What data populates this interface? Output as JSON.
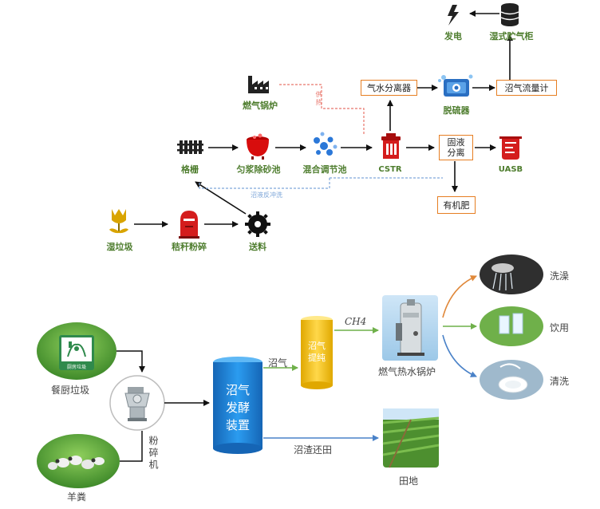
{
  "top": {
    "labels": {
      "power": "发电",
      "gas_holder": "湿式贮气柜",
      "boiler": "燃气锅炉",
      "grille": "格栅",
      "homog": "匀浆除砂池",
      "mix": "混合调节池",
      "cstr": "CSTR",
      "desulf": "脱硫器",
      "uasb": "UASB",
      "waste": "湿垃圾",
      "straw": "秸秆粉碎",
      "feed": "送料"
    },
    "boxes": {
      "gas_water_sep": "气水分离器",
      "biogas_flowmeter": "沼气流量计",
      "solid_liquid_sep": "固液分离",
      "organic_fertilizer": "有机肥"
    },
    "notes": {
      "heat_supply": "供热",
      "backwash": "沼液反冲洗"
    }
  },
  "bottom": {
    "labels": {
      "kitchen_waste": "餐厨垃圾",
      "kitchen_sign": "厨房垃圾",
      "sheep_manure": "羊粪",
      "crusher": "粉碎机",
      "fermenter": "沼气发酵装置",
      "purifier": "沼气提纯",
      "biogas": "沼气",
      "ch4": "CH4",
      "boiler": "燃气热水锅炉",
      "digestate": "沼渣还田",
      "field": "田地",
      "shower": "洗澡",
      "drink": "饮用",
      "wash": "清洗"
    }
  },
  "colors": {
    "green_label": "#4e7d2e",
    "box_border": "#e67e22",
    "heat_line": "#e8746a",
    "backwash_line": "#7fa7d9",
    "tank_blue": "#1f8ad8",
    "purifier_yellow": "#f5c400",
    "line_orange": "#e0883a",
    "line_green": "#6fb04a",
    "line_blue": "#4a82c8"
  }
}
